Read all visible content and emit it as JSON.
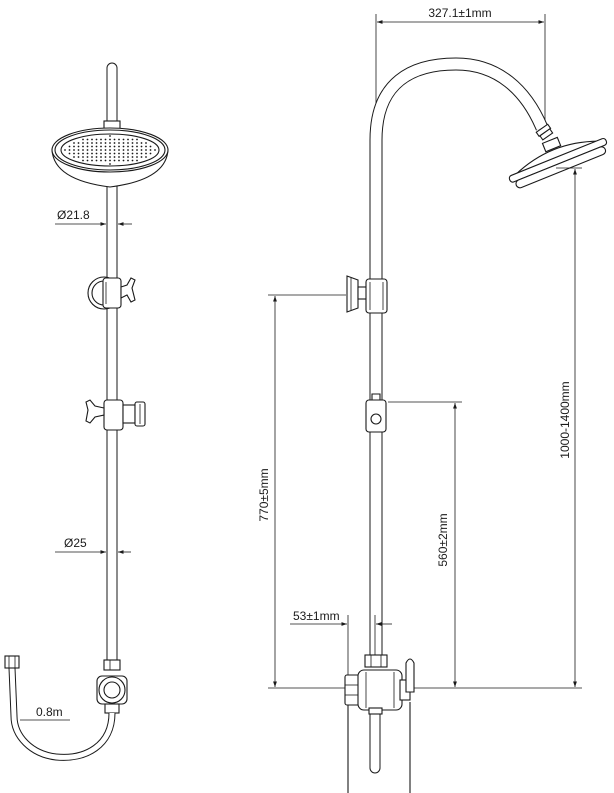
{
  "labels": {
    "arm_reach": "327.1±1mm",
    "upper_pipe_diameter": "Ø21.8",
    "lower_pipe_diameter": "Ø25",
    "hose_length": "0.8m",
    "bracket_height": "770±5mm",
    "slider_height": "560±2mm",
    "head_height_range": "1000-1400mm",
    "inlet_offset": "53±1mm"
  }
}
